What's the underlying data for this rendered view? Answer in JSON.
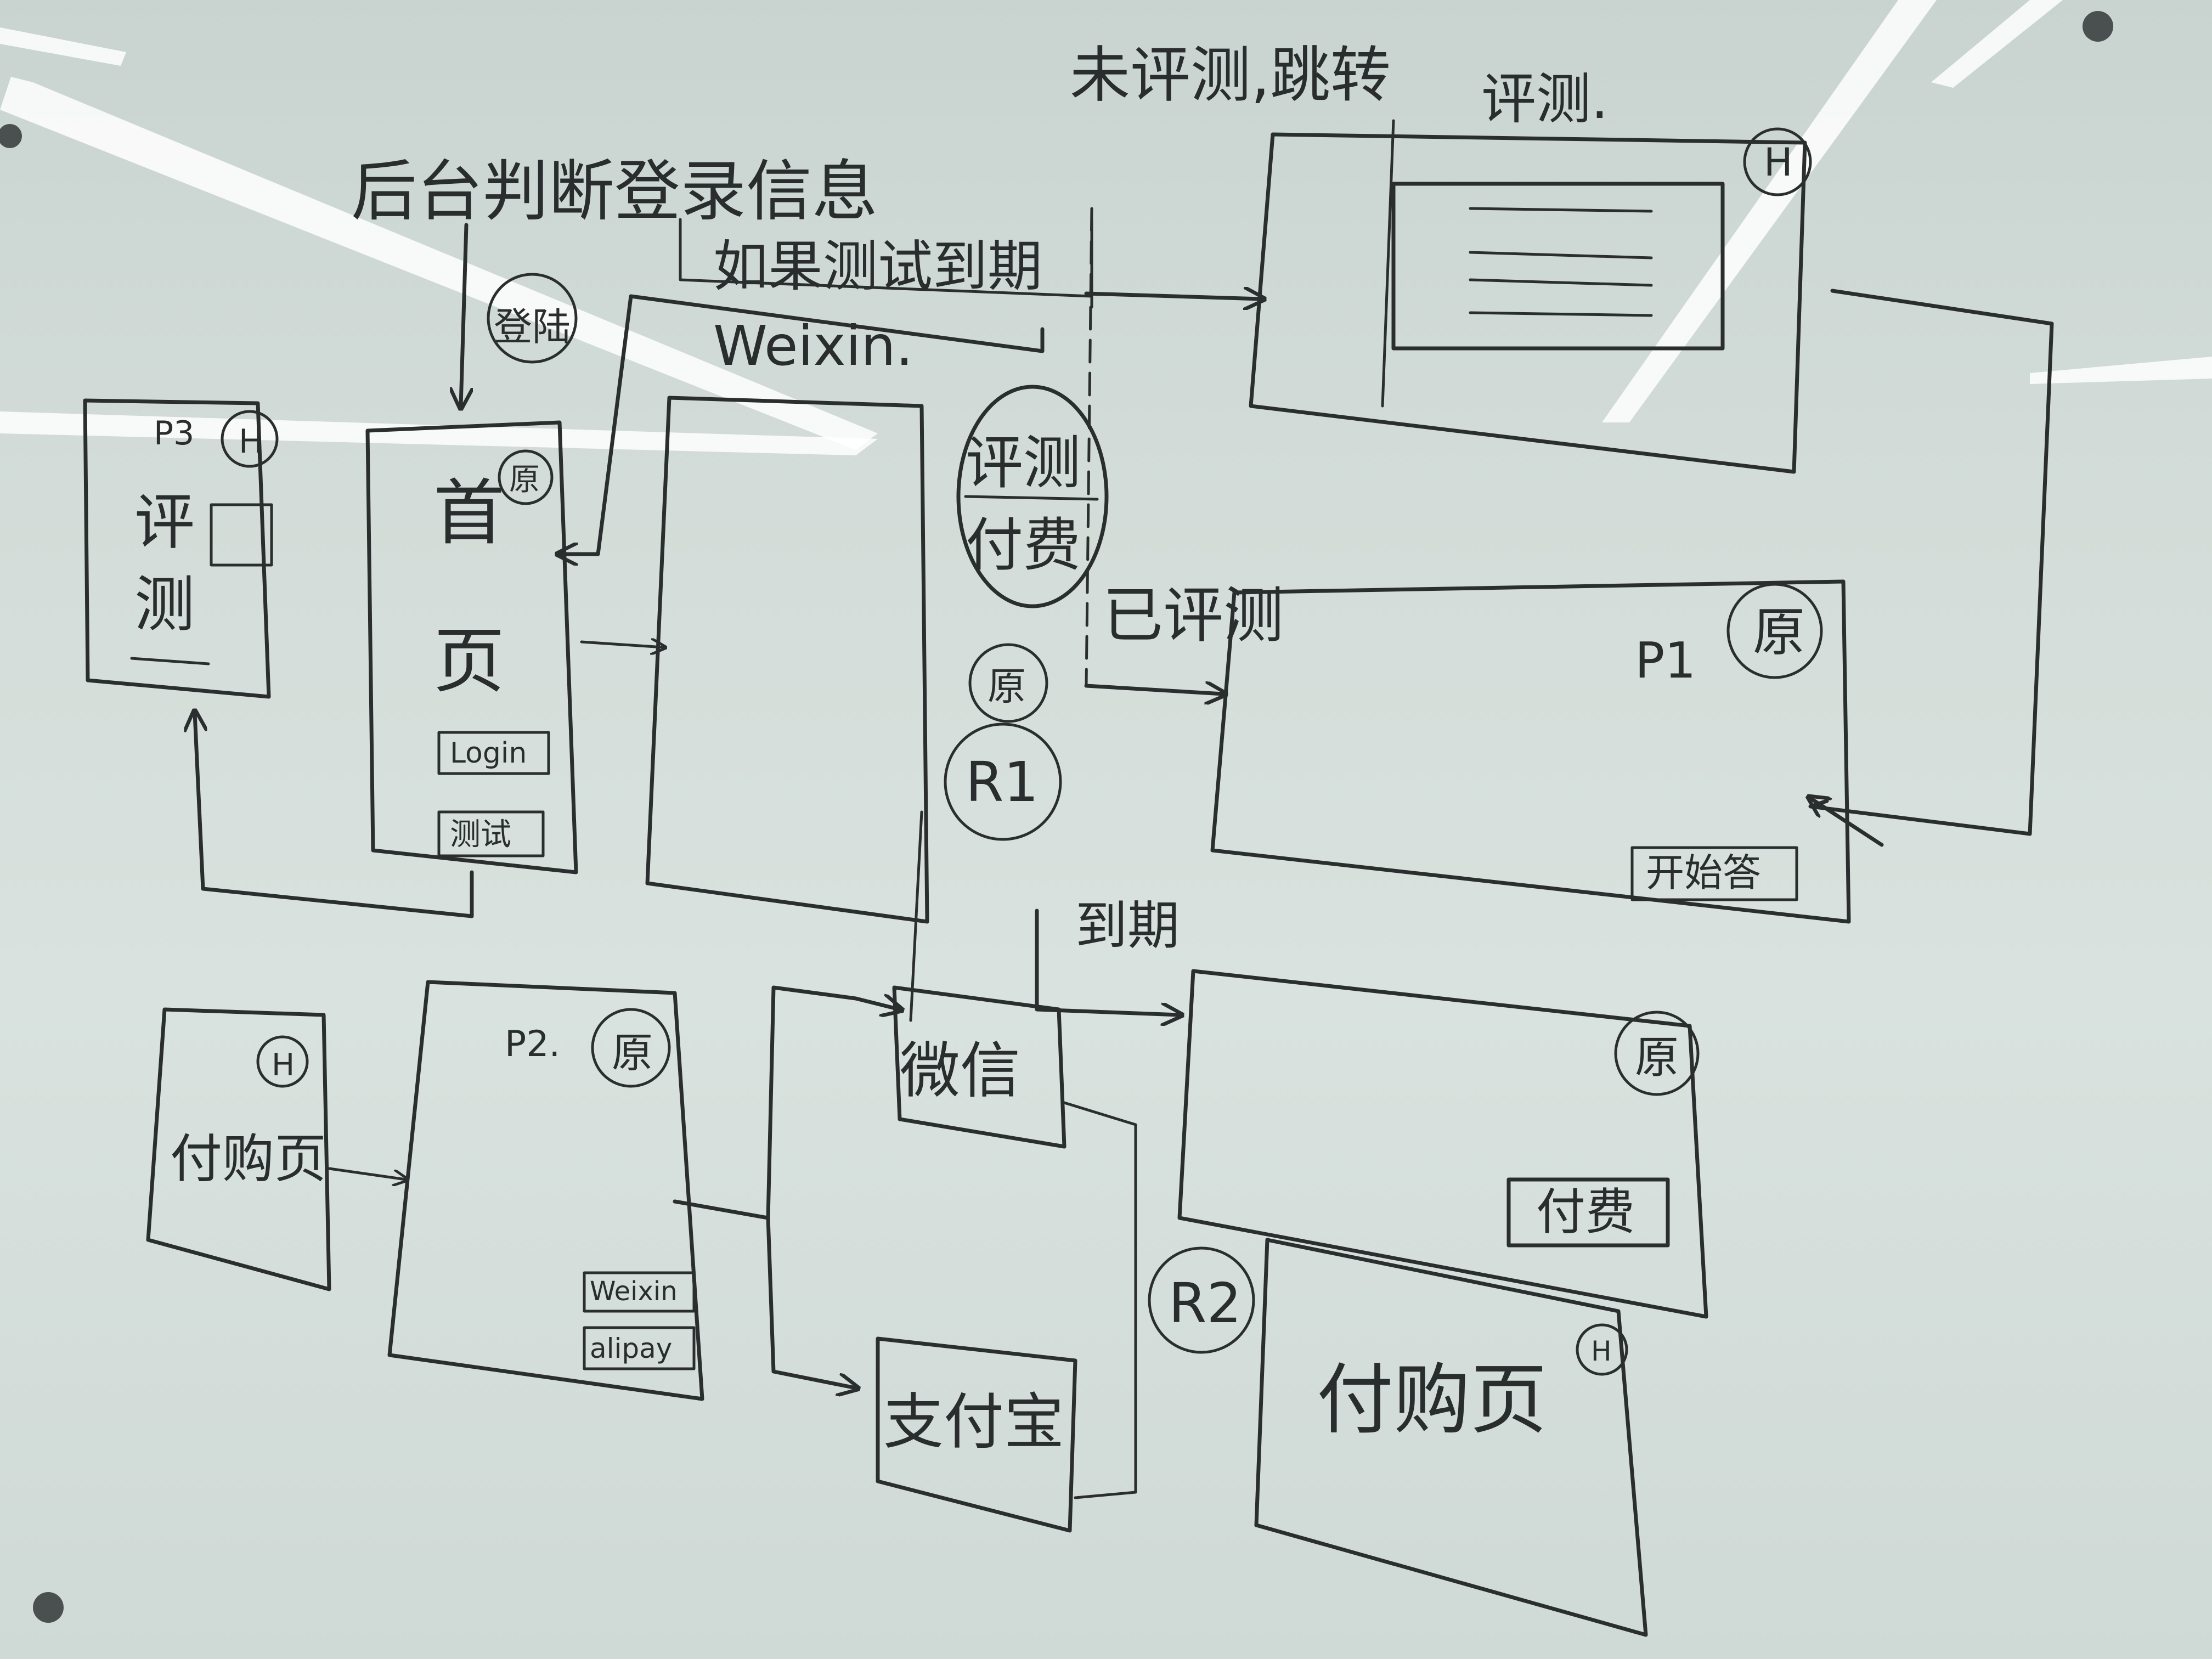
{
  "top_notes": {
    "not_evaluated": "未评测,跳转",
    "evaluated_right": "评测.",
    "backend_check": "后台判断登录信息",
    "if_expired": "如果测试到期",
    "weixin": "Weixin.",
    "already_evaluated": "已评测",
    "expired": "到期"
  },
  "p3": {
    "id": "P3",
    "badge": "H",
    "label_line1": "评",
    "label_line2": "测"
  },
  "home": {
    "title_line1": "首",
    "title_line2": "页",
    "badge": "原",
    "login_button": "Login",
    "test_button": "测试",
    "side_badge": "登陆"
  },
  "center_screen": {
    "circle_top": "评测",
    "circle_bottom": "付费",
    "small_circle": "原",
    "r1": "R1"
  },
  "top_right": {
    "badge": "H"
  },
  "p1": {
    "id": "P1",
    "badge": "原",
    "start_button": "开始答"
  },
  "bottom_left": {
    "badge": "H",
    "label": "付购页"
  },
  "p2": {
    "id": "P2.",
    "badge": "原",
    "weixin_btn": "Weixin",
    "alipay_btn": "alipay"
  },
  "payments": {
    "wechat": "微信",
    "alipay": "支付宝"
  },
  "bottom_right": {
    "badge": "原",
    "pay_button": "付费",
    "r2": "R2",
    "label": "付购页",
    "inner_badge": "H"
  },
  "colors": {
    "ink": "#2b2e2e",
    "board": "#d3dcd8"
  }
}
